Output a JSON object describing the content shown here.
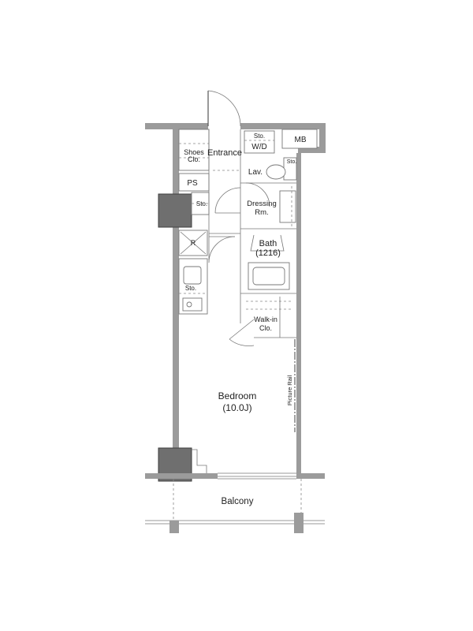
{
  "labels": {
    "mb": "MB",
    "sto_wd": "Sto.",
    "wd": "W/D",
    "shoes_line1": "Shoes",
    "shoes_line2": "Clo.",
    "entrance": "Entrance",
    "lav": "Lav.",
    "sto_lav": "Sto.",
    "ps": "PS",
    "sto_entry": "Sto.",
    "dressing_line1": "Dressing",
    "dressing_line2": "Rm.",
    "bath_line1": "Bath",
    "bath_line2": "(1216)",
    "refrigerator": "R",
    "sto_kitchen": "Sto.",
    "walkin_line1": "Walk-in",
    "walkin_line2": "Clo.",
    "picture_rail": "Picture Rail",
    "bedroom_line1": "Bedroom",
    "bedroom_line2": "(10.0J)",
    "balcony": "Balcony"
  }
}
